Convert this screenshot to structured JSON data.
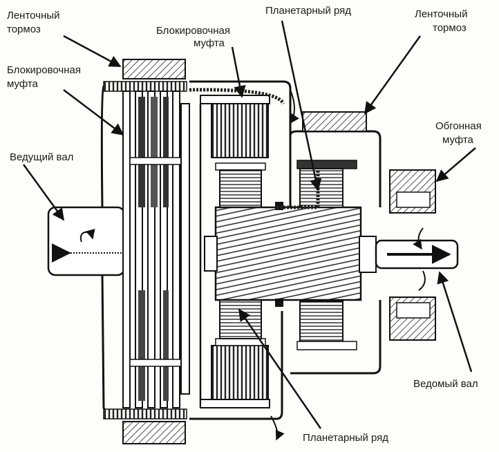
{
  "labels": {
    "band_brake_left": [
      "Ленточный",
      "тормоз"
    ],
    "lockup_clutch_left": [
      "Блокировочная",
      "муфта"
    ],
    "drive_shaft": "Ведущий вал",
    "lockup_clutch_center": [
      "Блокировочная",
      "муфта"
    ],
    "planetary_row_top": "Планетарный ряд",
    "band_brake_right": [
      "Ленточный",
      "тормоз"
    ],
    "overrunning_clutch": [
      "Обгонная",
      "муфта"
    ],
    "driven_shaft": "Ведомый вал",
    "planetary_row_bottom": "Планетарный ряд"
  }
}
